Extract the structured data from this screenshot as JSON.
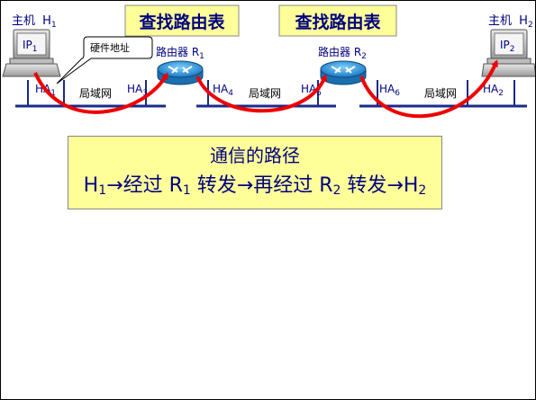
{
  "lookup_boxes": [
    {
      "text": "查找路由表"
    },
    {
      "text": "查找路由表"
    }
  ],
  "hosts": [
    {
      "name": "主机",
      "sub": "1",
      "ip": "IP",
      "ip_sub": "1",
      "ha": "HA",
      "ha_sub": "1"
    },
    {
      "name": "主机",
      "sub": "2",
      "ip": "IP",
      "ip_sub": "2",
      "ha": "HA",
      "ha_sub": "2"
    }
  ],
  "routers": [
    {
      "name": "路由器 R",
      "sub": "1",
      "left_ha": "HA",
      "left_ha_sub": "3",
      "right_ha": "HA",
      "right_ha_sub": "4"
    },
    {
      "name": "路由器 R",
      "sub": "2",
      "left_ha": "HA",
      "left_ha_sub": "5",
      "right_ha": "HA",
      "right_ha_sub": "6"
    }
  ],
  "lan_labels": [
    "局域网",
    "局域网",
    "局域网"
  ],
  "callout": {
    "text": "硬件地址"
  },
  "route_box": {
    "title": "通信的路径",
    "p1": "H",
    "p1_sub": "1",
    "p2": "→经过 R",
    "p2_sub": "1",
    "p3": " 转发→再经过 R",
    "p3_sub": "2",
    "p4": " 转发→H",
    "p4_sub": "2"
  },
  "colors": {
    "lookup_fill": "#ffff99",
    "text_navy": "#000080",
    "arrow_red": "#ee0000",
    "router_blue": "#1e90d0",
    "lan_line": "#1a2a8a"
  }
}
